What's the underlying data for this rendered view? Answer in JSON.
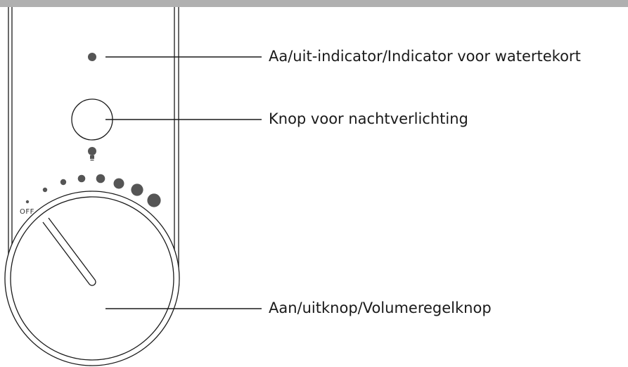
{
  "colors": {
    "top_bar": "#b0b0b0",
    "outline": "#1a1a1a",
    "dot_fill": "#555555",
    "text": "#1a1a1a"
  },
  "dial": {
    "off_label": "OFF",
    "level_count": 8
  },
  "labels": {
    "power_indicator": "Aa/uit-indicator/Indicator voor watertekort",
    "night_light_button": "Knop voor nachtverlichting",
    "power_volume_knob": "Aan/uitknop/Volumeregelknop"
  },
  "icons": {
    "night_light": "light-bulb-icon"
  }
}
